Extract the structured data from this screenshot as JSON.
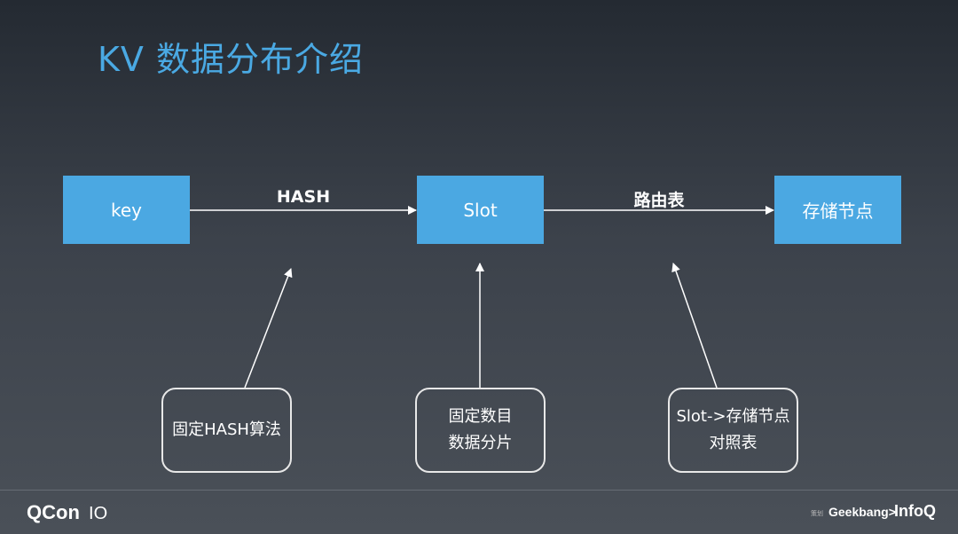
{
  "slide": {
    "title": "KV 数据分布介绍"
  },
  "diagram": {
    "nodes": {
      "key": "key",
      "slot": "Slot",
      "storage": "存储节点"
    },
    "edges": {
      "hash": "HASH",
      "route_table": "路由表"
    },
    "notes": {
      "fixed_hash": [
        "固定HASH算法"
      ],
      "fixed_slots": [
        "固定数目",
        "数据分片"
      ],
      "slot_mapping": [
        "Slot->存储节点",
        "对照表"
      ]
    }
  },
  "footer": {
    "brand_left": "QCon",
    "brand_left_mark": "IO",
    "sponsor_small": "策划",
    "brand_mid": "Geekbang>",
    "brand_right": "InfoQ"
  },
  "colors": {
    "accent": "#4aa9e3",
    "box_fill": "#4ba8e2",
    "text": "#ffffff"
  }
}
